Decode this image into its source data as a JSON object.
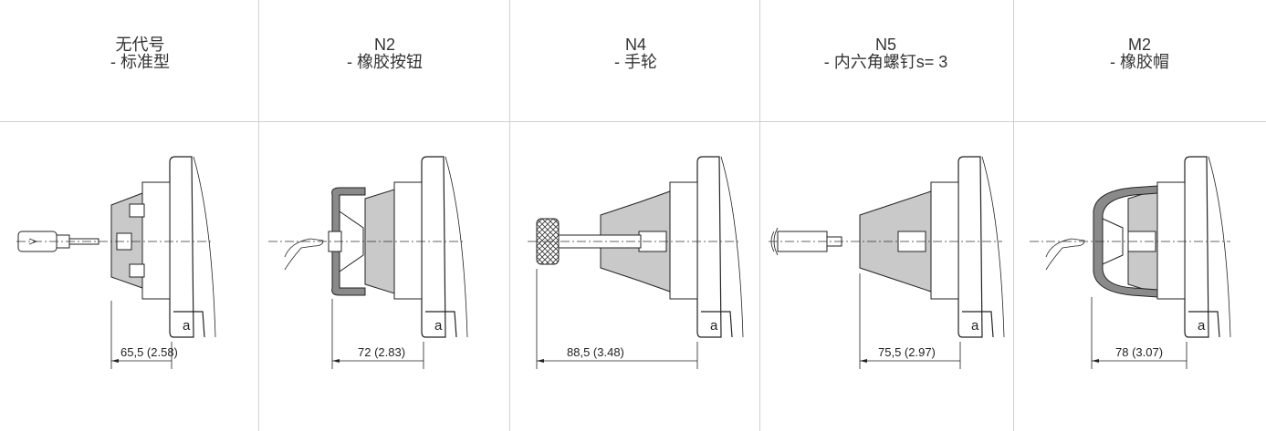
{
  "columns": [
    {
      "code": "无代号",
      "desc": "- 标准型",
      "dimension": "65,5 (2.58)",
      "plate_label": "a"
    },
    {
      "code": "N2",
      "desc": "- 橡胶按钮",
      "dimension": "72 (2.83)",
      "plate_label": "a"
    },
    {
      "code": "N4",
      "desc": "-  手轮",
      "dimension": "88,5 (3.48)",
      "plate_label": "a"
    },
    {
      "code": "N5",
      "desc": "- 内六角螺钉s= 3",
      "dimension": "75,5 (2.97)",
      "plate_label": "a"
    },
    {
      "code": "M2",
      "desc": "- 橡胶帽",
      "dimension": "78 (3.07)",
      "plate_label": "a"
    }
  ]
}
